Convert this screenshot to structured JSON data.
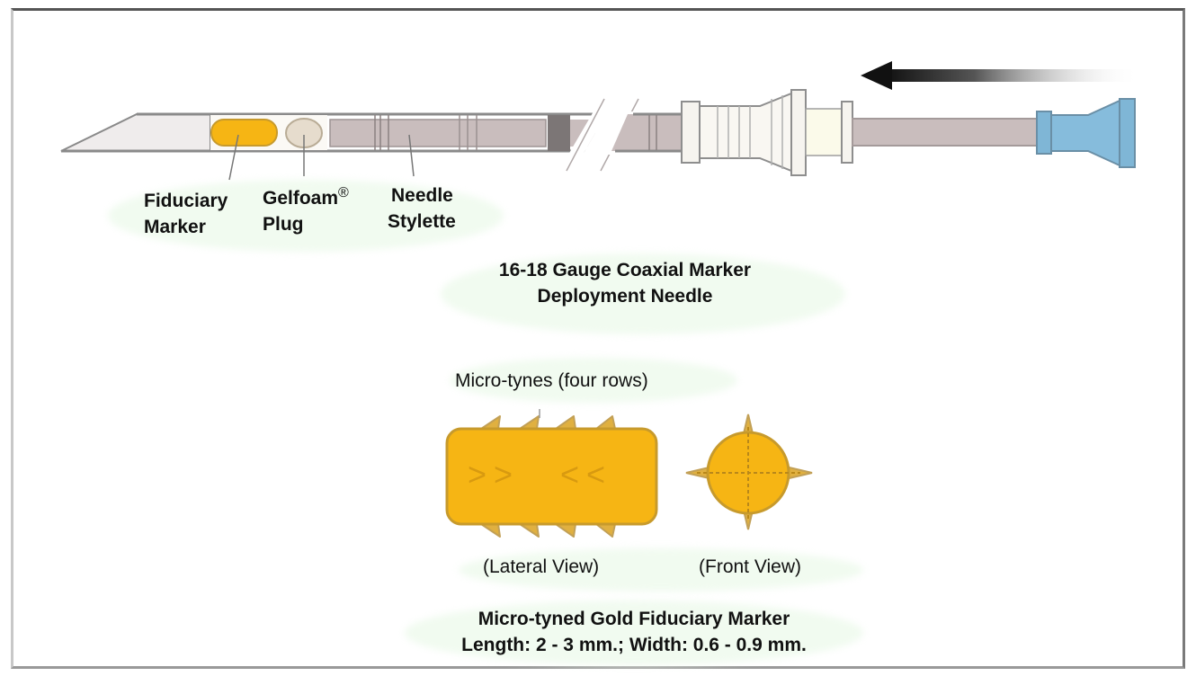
{
  "colors": {
    "gold": "#f6b514",
    "gold_edge": "#c79a2c",
    "needle_shaft": "#c9bdbd",
    "needle_tip": "#efecec",
    "hub": "#f6f4ef",
    "plunger": "#7fb6d6",
    "arrow": "#111111",
    "label_halo": "#f1fbf0"
  },
  "icons": {
    "direction_arrow": "left-arrow-icon"
  },
  "needle_labels": {
    "fiduciary_marker": [
      "Fiduciary",
      "Marker"
    ],
    "gelfoam_plug": [
      "Gelfoam",
      "Plug"
    ],
    "gelfoam_mark": "®",
    "needle_stylette": [
      "Needle",
      "Stylette"
    ]
  },
  "needle_title": [
    "16-18 Gauge Coaxial Marker",
    "Deployment Needle"
  ],
  "marker": {
    "tynes_label": "Micro-tynes (four rows)",
    "lateral_view": "(Lateral View)",
    "front_view": "(Front View)",
    "title": "Micro-tyned Gold Fiduciary Marker",
    "dimensions": "Length: 2 - 3 mm.; Width: 0.6 - 0.9 mm.",
    "chevrons_left": ">>",
    "chevrons_right": "<<"
  }
}
